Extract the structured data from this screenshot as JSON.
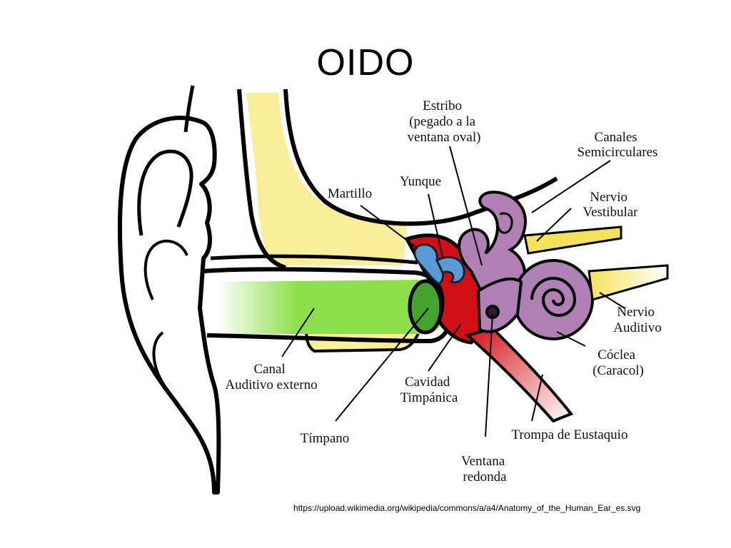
{
  "title": "OIDO",
  "labels": {
    "estribo": [
      "Estribo",
      "(pegado a la",
      "ventana oval)"
    ],
    "canales": [
      "Canales",
      "Semicirculares"
    ],
    "yunque": [
      "Yunque"
    ],
    "martillo": [
      "Martillo"
    ],
    "nervio_vestibular": [
      "Nervio",
      "Vestibular"
    ],
    "nervio_auditivo": [
      "Nervio",
      "Auditivo"
    ],
    "coclea": [
      "Cóclea",
      "(Caracol)"
    ],
    "canal_auditivo": [
      "Canal",
      "Auditivo externo"
    ],
    "cavidad_timpanica": [
      "Cavidad",
      "Timpánica"
    ],
    "timpano": [
      "Tímpano"
    ],
    "trompa": [
      "Trompa de Eustaquio"
    ],
    "ventana_redonda": [
      "Ventana",
      "redonda"
    ]
  },
  "source": "https://upload.wikimedia.org/wikipedia/commons/a/a4/Anatomy_of_the_Human_Ear_es.svg",
  "colors": {
    "canal": "#8ee04a",
    "bone": "#fbee9a",
    "cavity": "#d10f14",
    "ossicle": "#5b9bd5",
    "inner_ear": "#b07fb4",
    "nerve": "#f4e25a",
    "tube": "#e86060"
  }
}
